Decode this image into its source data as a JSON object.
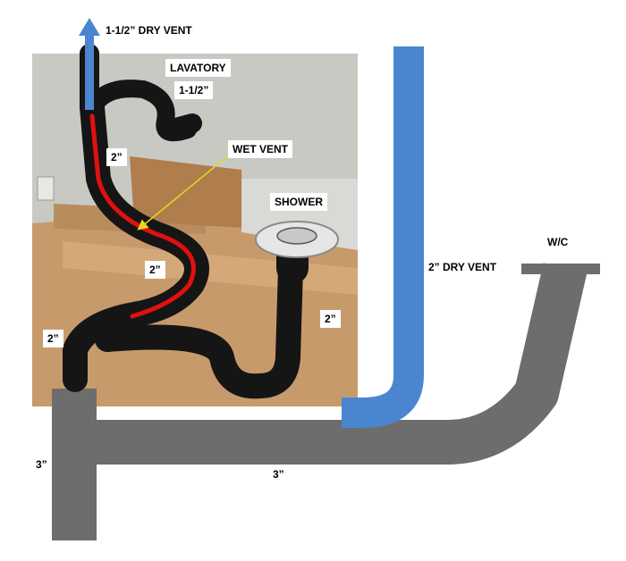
{
  "labels": {
    "dry_vent_lav": "1-1/2”  DRY VENT",
    "lavatory": "LAVATORY",
    "lavatory_size": "1-1/2”",
    "wet_vent": "WET VENT",
    "shower": "SHOWER",
    "wc": "W/C",
    "dry_vent_wc": "2” DRY VENT",
    "pipe_2_upper": "2”",
    "pipe_2_middle": "2”",
    "pipe_2_lower": "2”",
    "pipe_2_shower": "2”",
    "pipe_3_vertical": "3”",
    "pipe_3_horizontal": "3”"
  },
  "colors": {
    "drain_pipe": "#6d6d6d",
    "dry_vent": "#4a86d0",
    "wet_vent_path": "#e01010",
    "abs_pipe": "#151515",
    "wall": "#c9c9c4",
    "floor": "#c79a6c"
  }
}
